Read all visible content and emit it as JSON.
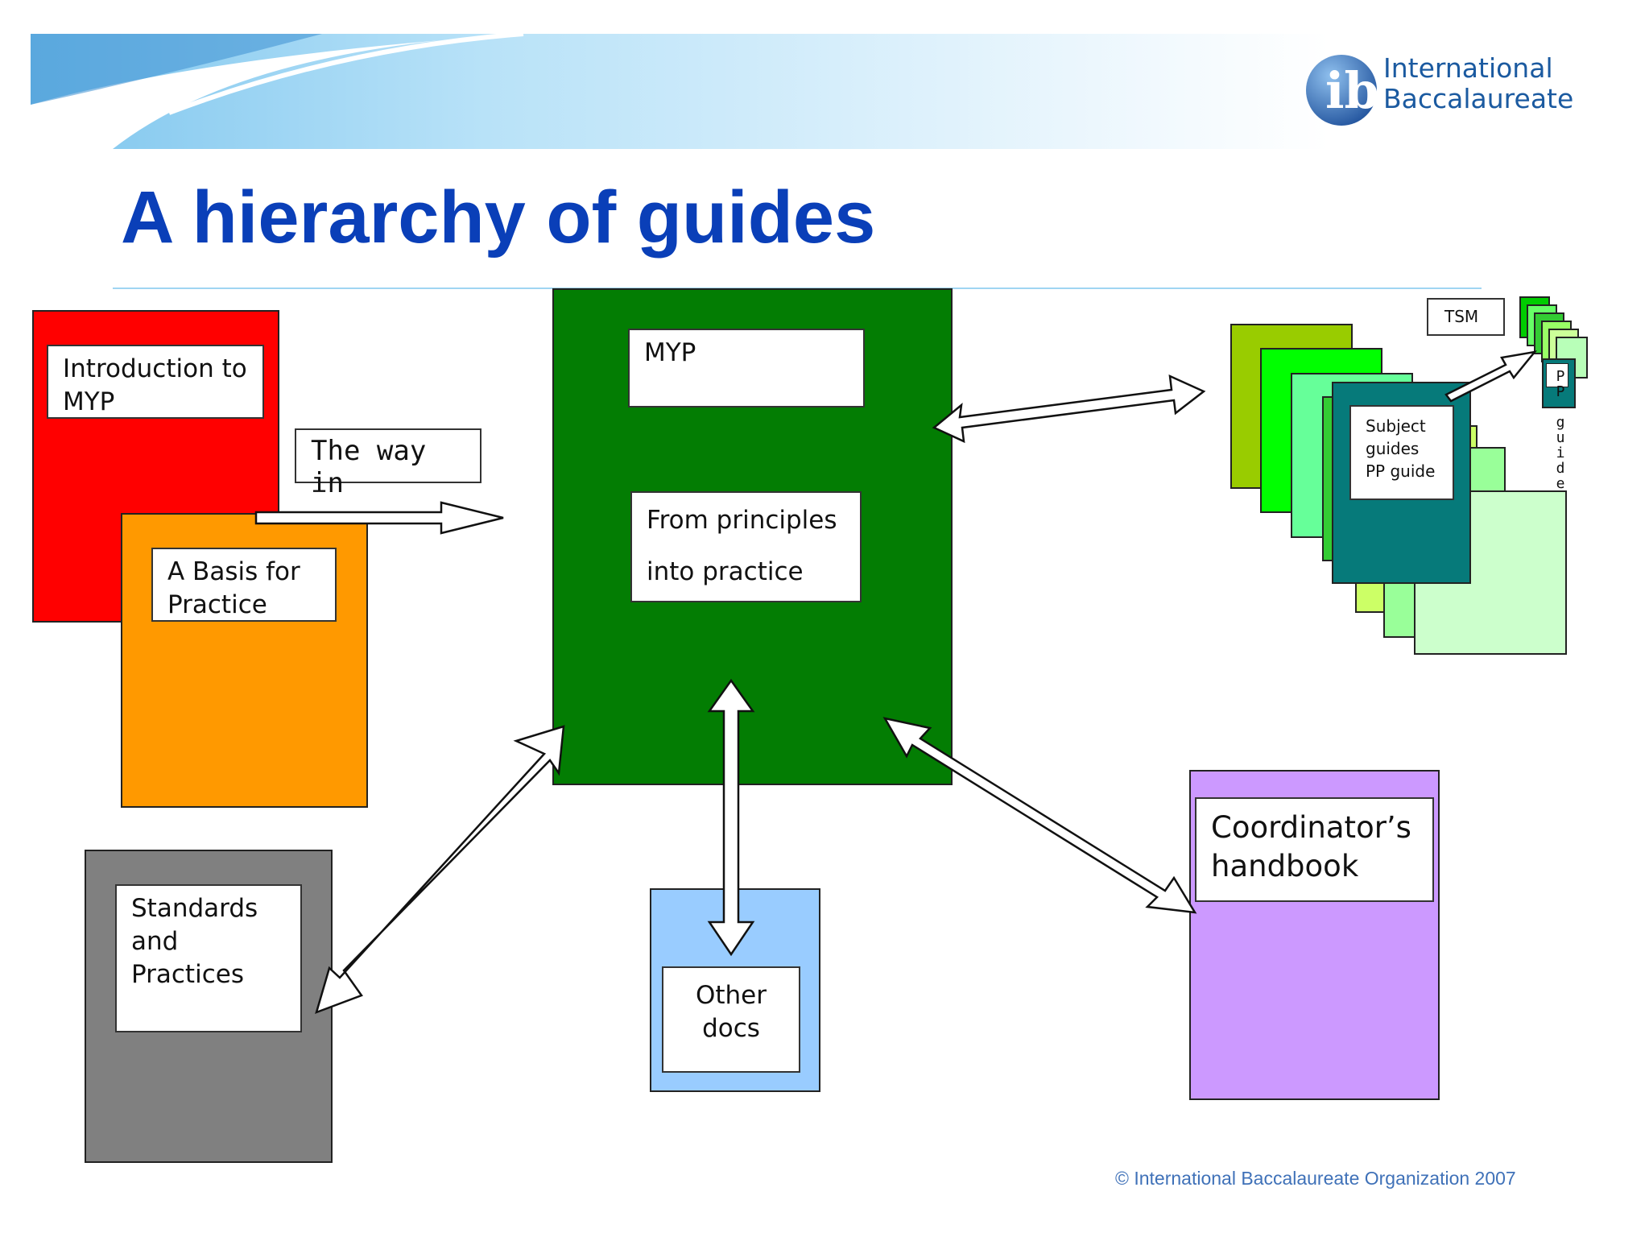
{
  "slide": {
    "title": "A hierarchy of guides",
    "logo_text": "International\nBaccalaureate",
    "copyright": "© International Baccalaureate Organization 2007"
  },
  "colors": {
    "title": "#0a3fb8",
    "red": "#ff0000",
    "orange": "#ff9900",
    "green": "#037d03",
    "gray": "#808080",
    "light_blue": "#99ccff",
    "purple": "#cc99ff",
    "teal": "#067a7a"
  },
  "boxes": {
    "intro": "Introduction to\nMYP",
    "way_in": "The way\nin",
    "basis": "A Basis for\nPractice",
    "myp": "MYP",
    "principles": "From principles\n\ninto practice",
    "standards": "Standards\nand Practices",
    "other_docs": "Other\ndocs",
    "coordinator": "Coordinator’s\nhandbook",
    "tsm": "TSM",
    "subject_guides": "Subject\nguides\nPP guide",
    "pp_guide_vertical": "P\nP\n\ng\nu\ni\nd\ne"
  }
}
